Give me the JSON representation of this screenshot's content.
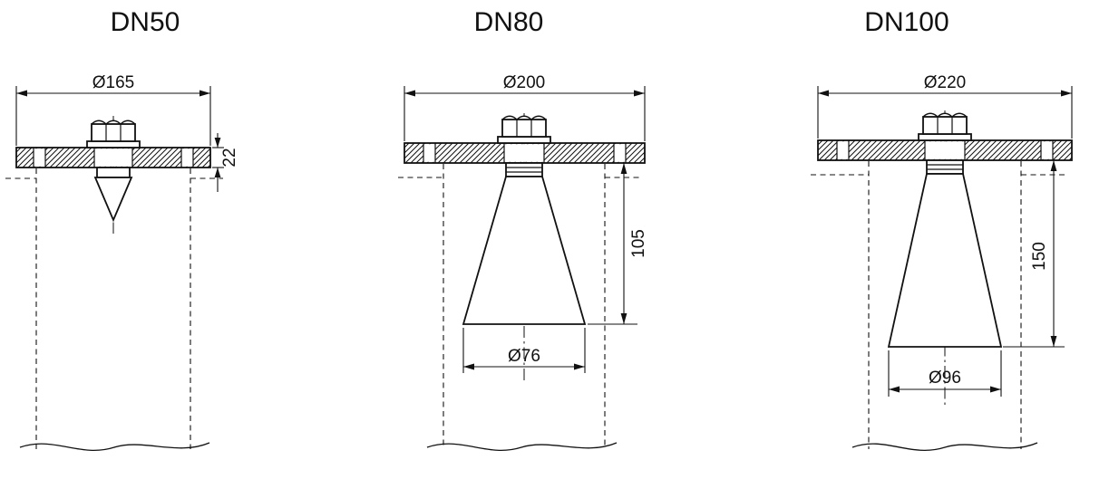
{
  "page": {
    "background_color": "#ffffff",
    "line_color": "#111111"
  },
  "diagrams": [
    {
      "title": "DN50",
      "flange_diameter": "Ø165",
      "flange_thickness": "22"
    },
    {
      "title": "DN80",
      "flange_diameter": "Ø200",
      "horn_length": "105",
      "horn_mouth_diameter": "Ø76"
    },
    {
      "title": "DN100",
      "flange_diameter": "Ø220",
      "horn_length": "150",
      "horn_mouth_diameter": "Ø96"
    }
  ]
}
